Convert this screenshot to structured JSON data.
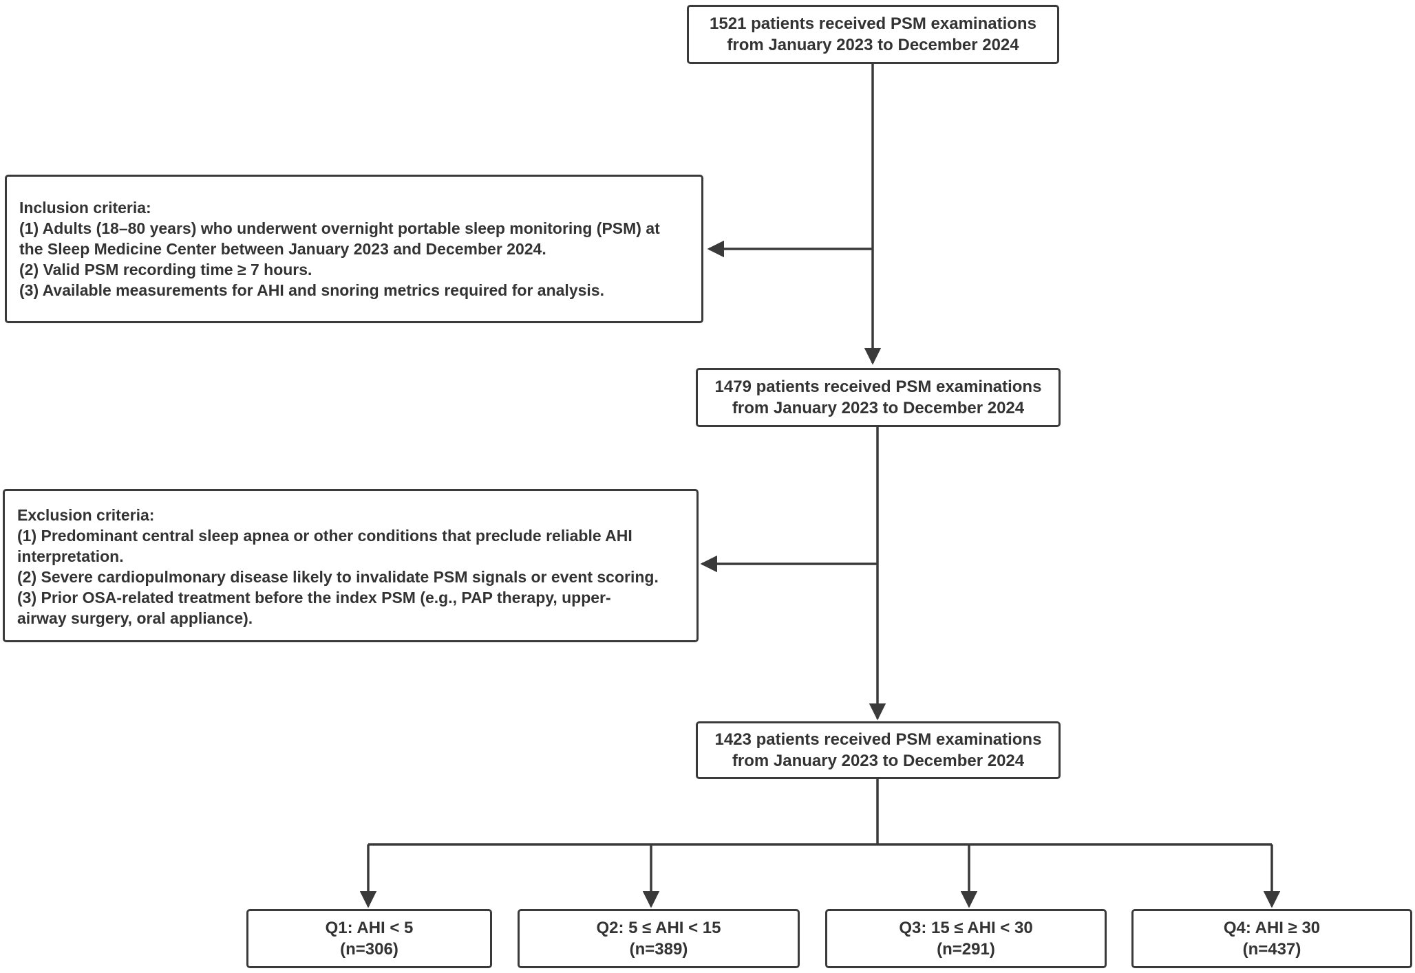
{
  "boxes": {
    "top": {
      "line1": "1521 patients received PSM examinations",
      "line2": "from January 2023 to December 2024"
    },
    "inclusion": {
      "title": "Inclusion criteria:",
      "lines": [
        "(1) Adults (18–80 years) who underwent overnight portable sleep monitoring (PSM) at",
        "the Sleep Medicine Center between January 2023 and December 2024.",
        "(2) Valid PSM recording time ≥ 7 hours.",
        "(3) Available measurements for AHI and snoring metrics required for analysis."
      ]
    },
    "middle": {
      "line1": "1479 patients received PSM examinations",
      "line2": "from January 2023 to December 2024"
    },
    "exclusion": {
      "title": "Exclusion criteria:",
      "lines": [
        "(1) Predominant central sleep apnea or other conditions that preclude reliable AHI",
        "interpretation.",
        "(2) Severe cardiopulmonary disease likely to invalidate PSM signals or event scoring.",
        "(3) Prior OSA-related treatment before the index PSM (e.g., PAP therapy, upper-",
        "airway surgery, oral appliance)."
      ]
    },
    "bottom": {
      "line1": "1423 patients received PSM examinations",
      "line2": "from January 2023 to December 2024"
    },
    "quartiles": [
      {
        "label": "Q1: AHI < 5",
        "count": "(n=306)"
      },
      {
        "label": "Q2: 5 ≤ AHI < 15",
        "count": "(n=389)"
      },
      {
        "label": "Q3: 15 ≤ AHI < 30",
        "count": "(n=291)"
      },
      {
        "label": "Q4: AHI ≥ 30",
        "count": "(n=437)"
      }
    ]
  },
  "colors": {
    "stroke": "#3a3a3a",
    "text": "#333333",
    "background": "#ffffff"
  }
}
